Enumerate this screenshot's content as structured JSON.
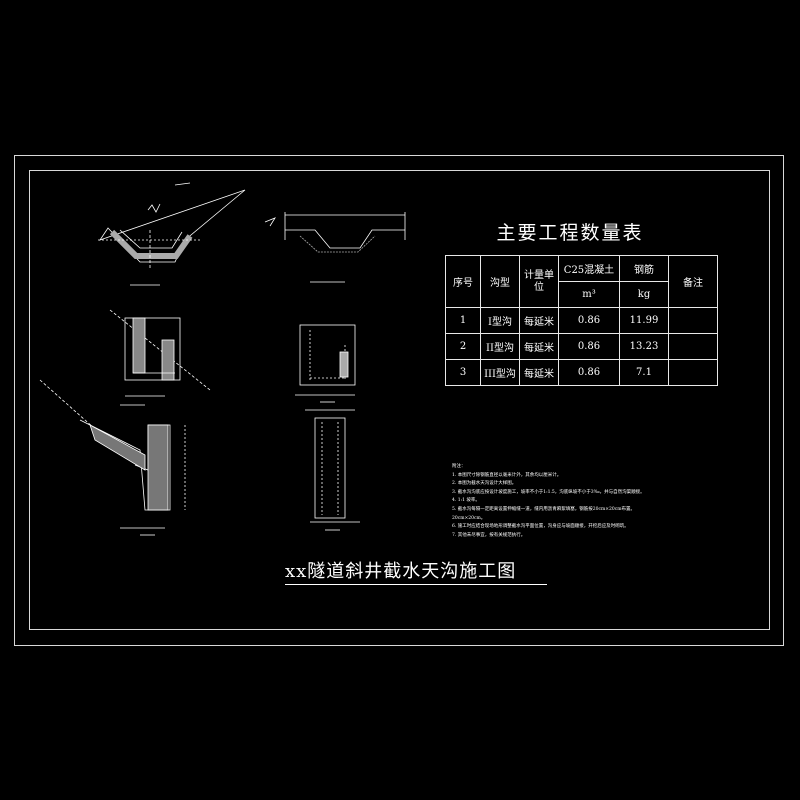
{
  "table": {
    "title": "主要工程数量表",
    "headers": {
      "seq": "序号",
      "type": "沟型",
      "unit": "计量单位",
      "concrete": "C25混凝土",
      "rebar": "钢筋",
      "remark": "备注",
      "concrete_unit": "m³",
      "rebar_unit": "kg"
    },
    "rows": [
      {
        "seq": "1",
        "type": "I型沟",
        "unit": "每延米",
        "concrete": "0.86",
        "rebar": "11.99",
        "remark": ""
      },
      {
        "seq": "2",
        "type": "II型沟",
        "unit": "每延米",
        "concrete": "0.86",
        "rebar": "13.23",
        "remark": ""
      },
      {
        "seq": "3",
        "type": "III型沟",
        "unit": "每延米",
        "concrete": "0.86",
        "rebar": "7.1",
        "remark": ""
      }
    ]
  },
  "notes": {
    "heading": "附注：",
    "lines": [
      "1. 本图尺寸除钢筋直径以毫米计外，其余均以厘米计。",
      "2. 本图为截水天沟设计大样图。",
      "3. 截水沟沟底应按设计坡度施工，坡率不小于1:1.5，沟底纵坡不小于3‰，并与自然沟渠顺接。",
      "4. 1:1 坡率。",
      "5. 截水沟每隔一定距离设置伸缩缝一道，缝内用沥青麻絮填塞，钢筋按20cm×20cm布置。",
      "20cm×20cm。",
      "6. 施工时应结合现场地形调整截水沟平面位置，沟身应与坡面顺接，开挖后应及时砌筑。",
      "7. 其他未尽事宜，按有关规范执行。"
    ]
  },
  "title": "xx隧道斜井截水天沟施工图"
}
